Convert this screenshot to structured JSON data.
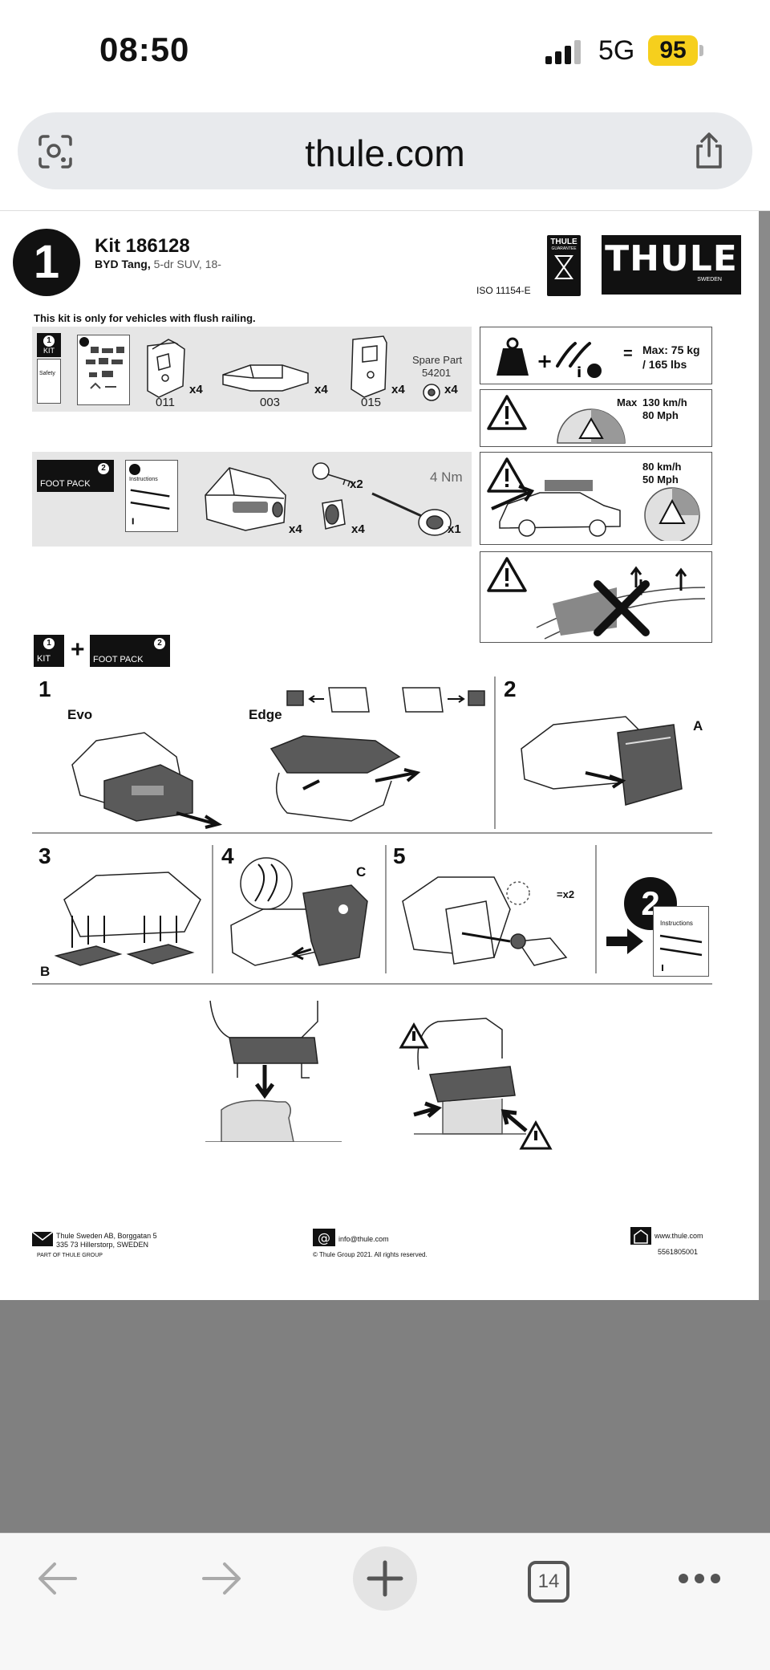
{
  "status": {
    "time": "08:50",
    "network": "5G",
    "battery": "95"
  },
  "browser": {
    "url": "thule.com",
    "tab_count": "14"
  },
  "doc": {
    "step_number": "1",
    "kit_title": "Kit 186128",
    "vehicle_bold": "BYD Tang,",
    "vehicle_rest": " 5-dr SUV, 18-",
    "iso": "ISO 11154-E",
    "guarantee_label": "THULE",
    "guarantee_sub": "GUARANTEE",
    "brand": "THULE",
    "brand_sub": "SWEDEN",
    "flush_note": "This kit is only for vehicles with flush railing.",
    "kit_box_num": "1",
    "kit_box_label": "KIT",
    "safety_label": "Safety",
    "parts": [
      {
        "code": "011",
        "qty": "x4"
      },
      {
        "code": "003",
        "qty": "x4"
      },
      {
        "code": "015",
        "qty": "x4"
      }
    ],
    "spare_part_label": "Spare Part",
    "spare_part_code": "54201",
    "spare_part_qty": "x4",
    "foot_pack_num": "2",
    "foot_pack_label": "FOOT PACK",
    "instructions_label": "Instructions",
    "foot_qty": "x4",
    "key_qty": "x2",
    "lock_qty": "x4",
    "torque": "4 Nm",
    "tool_qty": "x1",
    "load_max": "Max: 75 kg",
    "load_lbs": "/ 165 lbs",
    "speed_max_label": "Max",
    "speed_max_kmh": "130 km/h",
    "speed_max_mph": "80 Mph",
    "speed2_kmh": "80 km/h",
    "speed2_mph": "50 Mph",
    "combo_kit_num": "1",
    "combo_kit_label": "KIT",
    "combo_plus": "+",
    "combo_foot_num": "2",
    "combo_foot_label": "FOOT PACK",
    "steps": {
      "s1": "1",
      "s1_evo": "Evo",
      "s1_edge": "Edge",
      "s2": "2",
      "s2_label_a": "A",
      "s3": "3",
      "s3_label_b": "B",
      "s4": "4",
      "s4_label_c": "C",
      "s5": "5",
      "s5_x2": "=x2",
      "next_step": "2",
      "next_instructions": "Instructions"
    },
    "footer": {
      "address1": "Thule Sweden AB, Borggatan 5",
      "address2": "335 73 Hillerstorp, SWEDEN",
      "group": "PART OF THULE GROUP",
      "email": "info@thule.com",
      "copyright": "© Thule Group 2021. All rights reserved.",
      "web": "www.thule.com",
      "doc_number": "5561805001"
    }
  }
}
